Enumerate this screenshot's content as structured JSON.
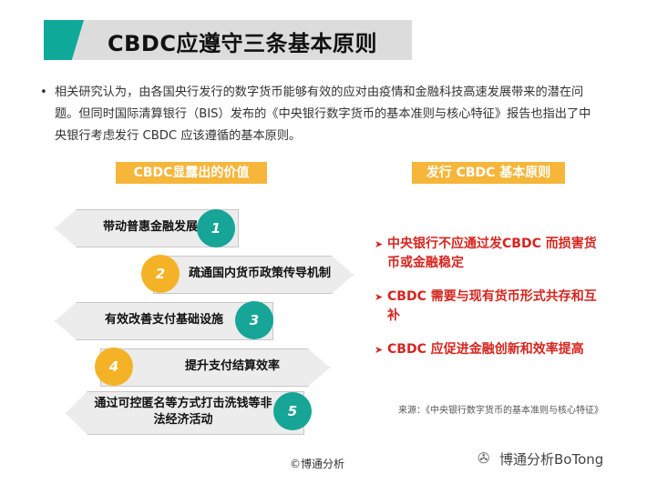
{
  "slide": {
    "title": "CBDC应遵守三条基本原则",
    "bullet_dot": "•",
    "bullet_text": "相关研究认为，由各国央行发行的数字货币能够有效的应对由疫情和金融科技高速发展带来的潜在问题。但同时国际清算银行（BIS）发布的《中央银行数字货币的基本准则与核心特征》报告也指出了中央银行考虑发行 CBDC 应该遵循的基本原则。"
  },
  "values": {
    "header": "CBDC显露出的价值",
    "items": [
      {
        "num": "1",
        "label": "带动普惠金融发展"
      },
      {
        "num": "2",
        "label": "疏通国内货币政策传导机制"
      },
      {
        "num": "3",
        "label": "有效改善支付基础设施"
      },
      {
        "num": "4",
        "label": "提升支付结算效率"
      },
      {
        "num": "5",
        "label": "通过可控匿名等方式打击洗钱等非法经济活动"
      }
    ]
  },
  "principles": {
    "header": "发行 CBDC 基本原则",
    "arrow": "➤",
    "items": [
      "中央银行不应通过发CBDC 而损害货币或金融稳定",
      "CBDC 需要与现有货币形式共存和互补",
      "CBDC 应促进金融创新和效率提高"
    ],
    "source": "来源：《中央银行数字货币的基本准则与核心特征》"
  },
  "footer": {
    "copyright": "©博通分析",
    "watermark_icon": "wechat-icon",
    "watermark_glyph": "✇",
    "watermark_text": "博通分析BoTong"
  },
  "colors": {
    "teal": "#16a596",
    "gold": "#f4b327",
    "red": "#d6251f"
  }
}
